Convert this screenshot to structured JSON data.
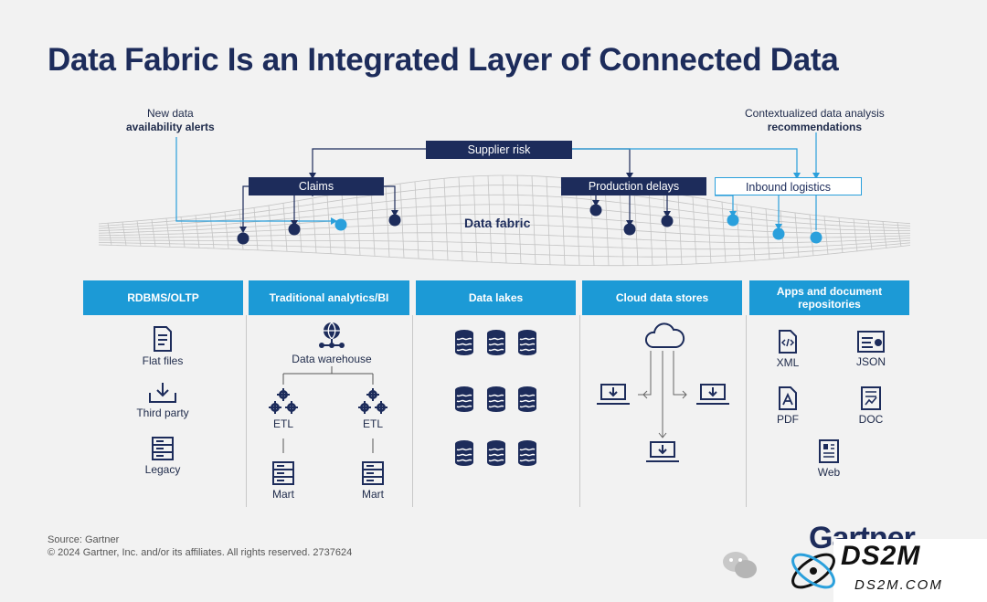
{
  "title": "Data Fabric Is an Integrated Layer of Connected Data",
  "notes": {
    "left": {
      "line1": "New data",
      "line2": "availability alerts"
    },
    "right": {
      "line1": "Contextualized data analysis",
      "line2": "recommendations"
    }
  },
  "tags": {
    "supplier_risk": "Supplier risk",
    "claims": "Claims",
    "production_delays": "Production delays",
    "inbound_logistics": "Inbound logistics"
  },
  "fabric_label": "Data fabric",
  "colors": {
    "dark": "#1d2c5b",
    "accent": "#1c9ad6",
    "point": "#2aa0dc"
  },
  "columns": [
    {
      "header": "RDBMS/OLTP",
      "items": [
        "Flat files",
        "Third party",
        "Legacy"
      ]
    },
    {
      "header": "Traditional analytics/BI",
      "warehouse": "Data warehouse",
      "etl": [
        "ETL",
        "ETL"
      ],
      "mart": [
        "Mart",
        "Mart"
      ]
    },
    {
      "header": "Data lakes"
    },
    {
      "header": "Cloud data stores"
    },
    {
      "header": "Apps and document repositories",
      "items": [
        "XML",
        "JSON",
        "PDF",
        "DOC",
        "Web"
      ]
    }
  ],
  "footer": {
    "source": "Source: Gartner",
    "copyright": "© 2024 Gartner, Inc. and/or its affiliates. All rights reserved. 2737624",
    "brand": "Gartner"
  },
  "watermark": {
    "big": "DS2M",
    "small": "DS2M.COM"
  }
}
